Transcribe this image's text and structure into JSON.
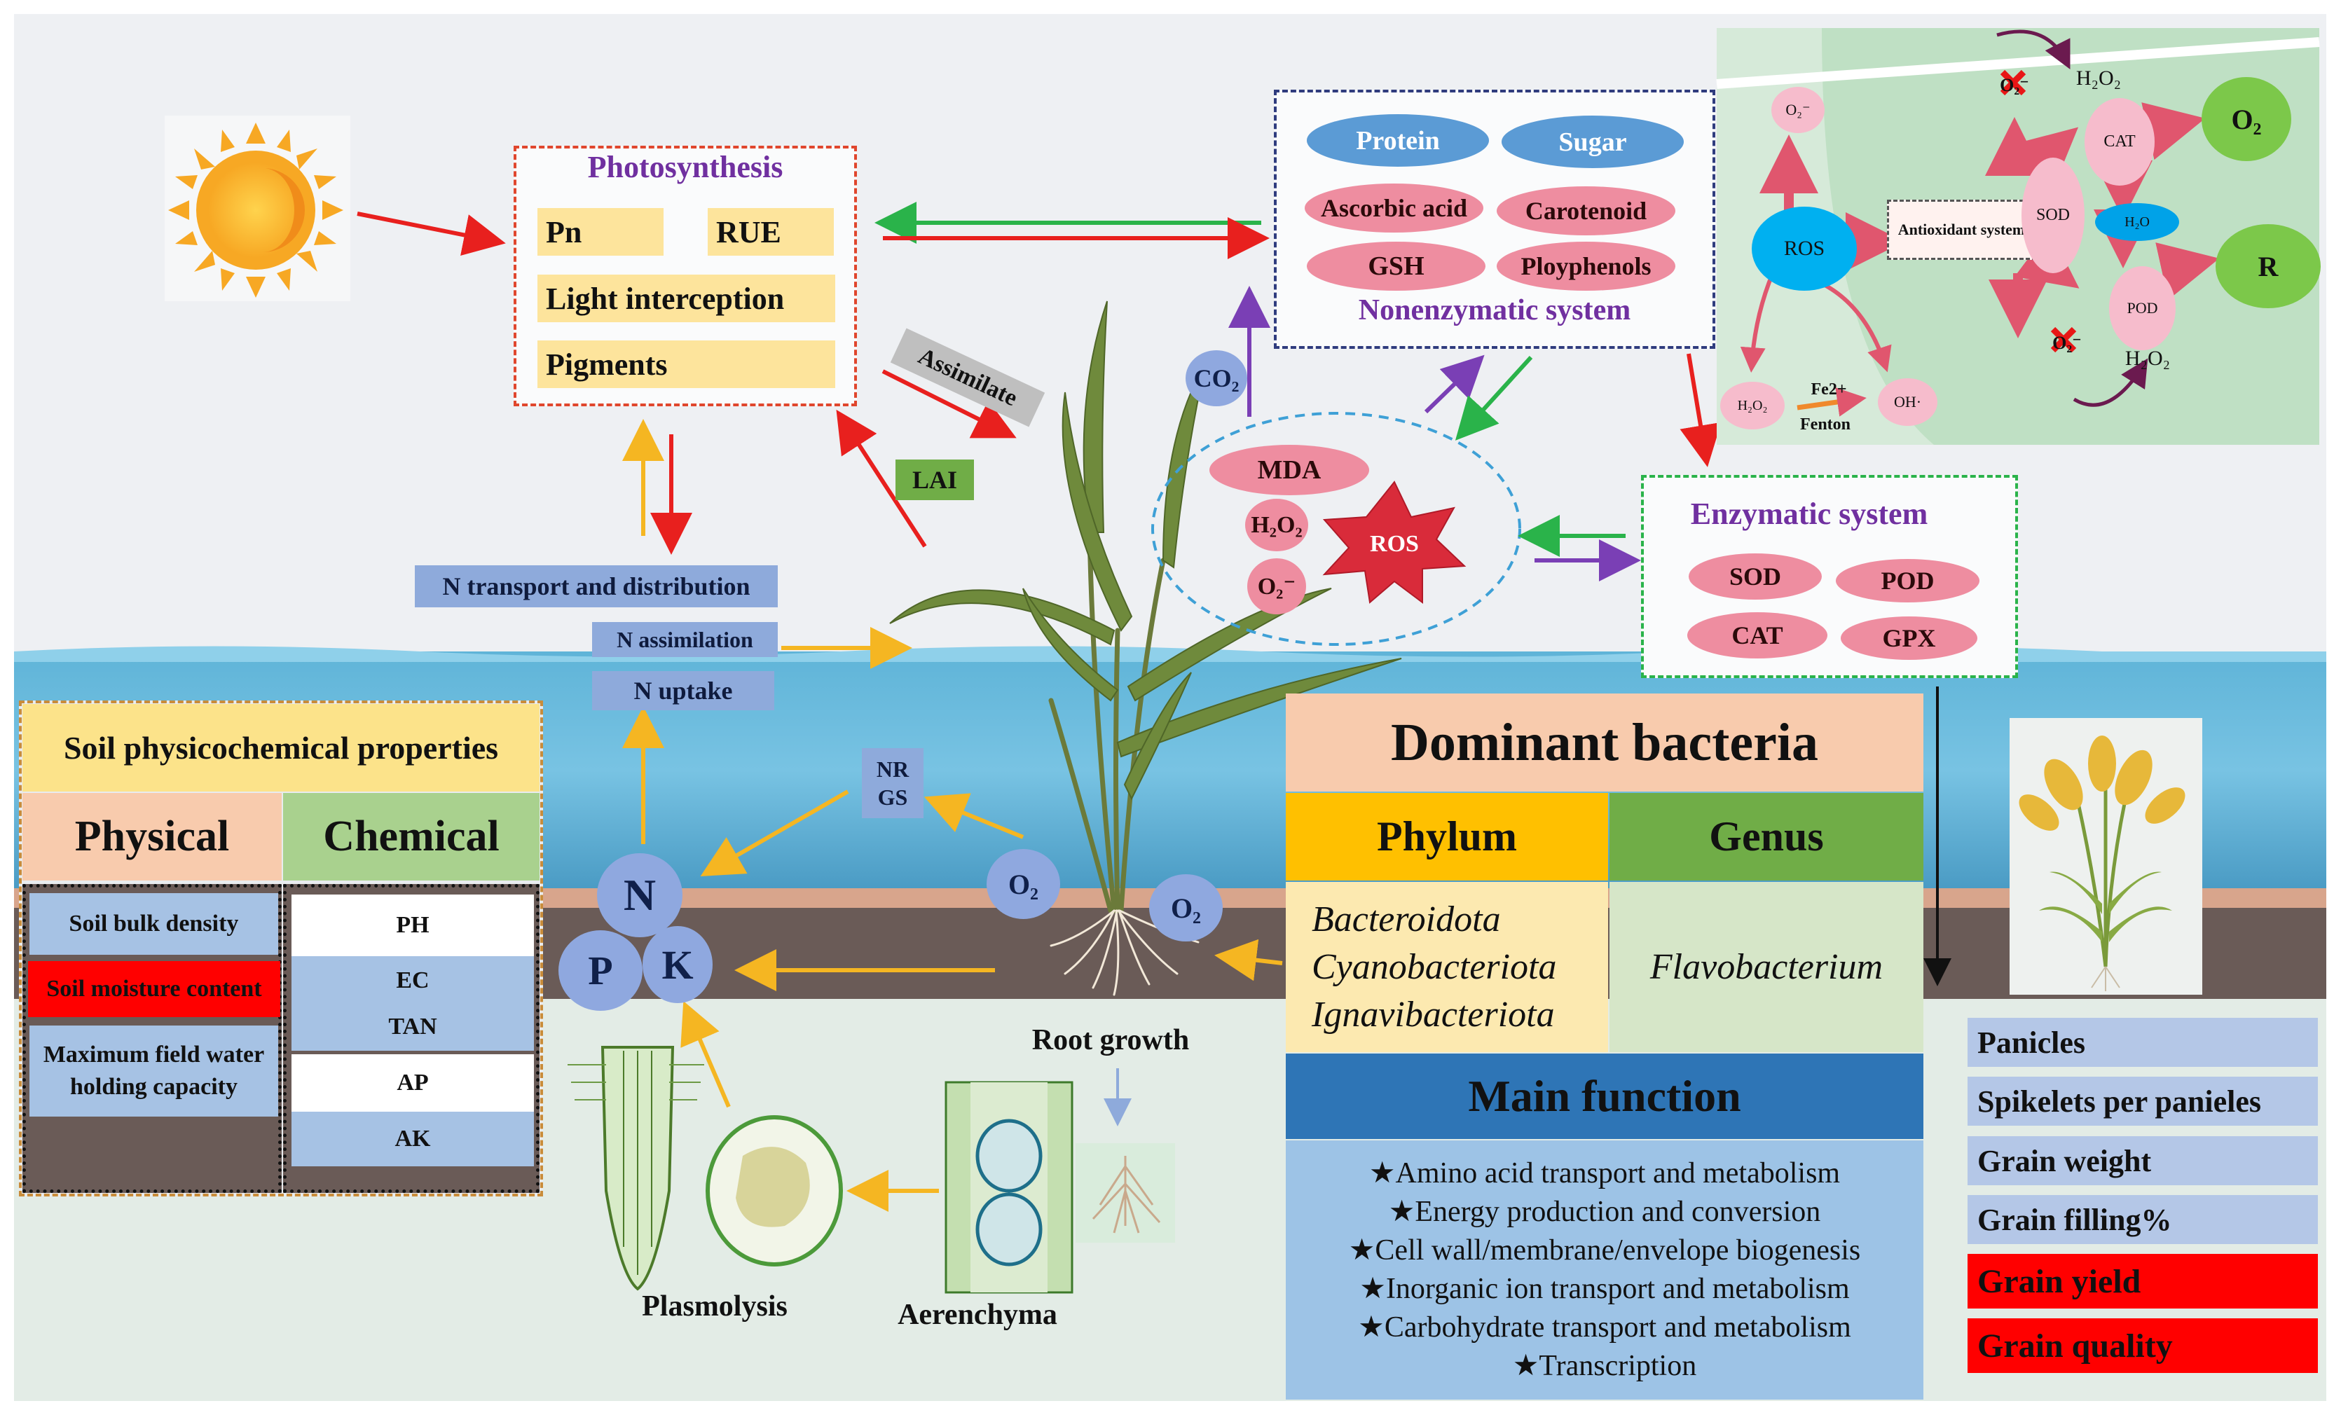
{
  "photosynthesis": {
    "title": "Photosynthesis",
    "items": [
      "Pn",
      "RUE",
      "Light interception",
      "Pigments"
    ]
  },
  "arrow_labels": {
    "assimilate": "Assimilate",
    "lai": "LAI",
    "co2": "CO₂"
  },
  "nonenzymatic": {
    "title": "Nonenzymatic system",
    "items": [
      "Protein",
      "Sugar",
      "Ascorbic acid",
      "Carotenoid",
      "GSH",
      "Ployphenols"
    ]
  },
  "ros_cluster": {
    "mda": "MDA",
    "h2o2": "H₂O₂",
    "o2_radical": "O₂⁻",
    "ros": "ROS"
  },
  "enzymatic": {
    "title": "Enzymatic system",
    "items": [
      "SOD",
      "POD",
      "CAT",
      "GPX"
    ]
  },
  "antioxidant_panel": {
    "ros": "ROS",
    "antioxidant_system": "Antioxidant system",
    "sod": "SOD",
    "cat": "CAT",
    "pod": "POD",
    "h2o": "H₂O",
    "o2_out": "O₂",
    "r_out": "R",
    "o2_top": "O₂⁻",
    "o2_left": "O₂⁻",
    "o2_bottom": "O₂⁻",
    "h2o2_top": "H₂O₂",
    "h2o2_bottom": "H₂O₂",
    "h2o2_left": "H₂O₂",
    "fe": "Fe2+",
    "fenton": "Fenton",
    "oh": "OH·"
  },
  "nitrogen": {
    "transport": "N transport and distribution",
    "assimilation": "N assimilation",
    "uptake": "N uptake",
    "nrgs": [
      "NR",
      "GS"
    ],
    "o2_a": "O₂",
    "o2_b": "O₂",
    "n": "N",
    "p": "P",
    "k": "K"
  },
  "soil": {
    "title": "Soil physicochemical properties",
    "physical_header": "Physical",
    "chemical_header": "Chemical",
    "physical": [
      "Soil bulk density",
      "Soil moisture content",
      "Maximum field water holding capacity"
    ],
    "chemical": [
      "PH",
      "EC",
      "TAN",
      "AP",
      "AK"
    ],
    "colors": {
      "title_bg": "#fce38a",
      "physical_bg": "#f8cbad",
      "chemical_bg": "#a9d18e",
      "moisture_bg": "#ff0000"
    }
  },
  "root": {
    "root_growth": "Root growth",
    "plasmolysis": "Plasmolysis",
    "aerenchyma": "Aerenchyma"
  },
  "bacteria": {
    "title": "Dominant bacteria",
    "phylum_header": "Phylum",
    "genus_header": "Genus",
    "phyla": [
      "Bacteroidota",
      "Cyanobacteriota",
      "Ignavibacteriota"
    ],
    "genus": "Flavobacterium",
    "main_function_header": "Main function",
    "functions": [
      "★Amino acid transport and metabolism",
      "★Energy production and conversion",
      "★Cell wall/membrane/envelope biogenesis",
      "★Inorganic ion transport and metabolism",
      "★Carbohydrate transport and metabolism",
      "★Transcription"
    ],
    "colors": {
      "title_bg": "#f8cbad",
      "phylum_bg": "#ffc000",
      "genus_bg": "#70ad47",
      "main_bg": "#2e75b6",
      "functions_bg": "#9dc3e6"
    }
  },
  "yield": {
    "items": [
      "Panicles",
      "Spikelets per panieles",
      "Grain weight",
      "Grain filling%",
      "Grain yield",
      "Grain quality"
    ],
    "highlight_color": "#ff0000"
  }
}
